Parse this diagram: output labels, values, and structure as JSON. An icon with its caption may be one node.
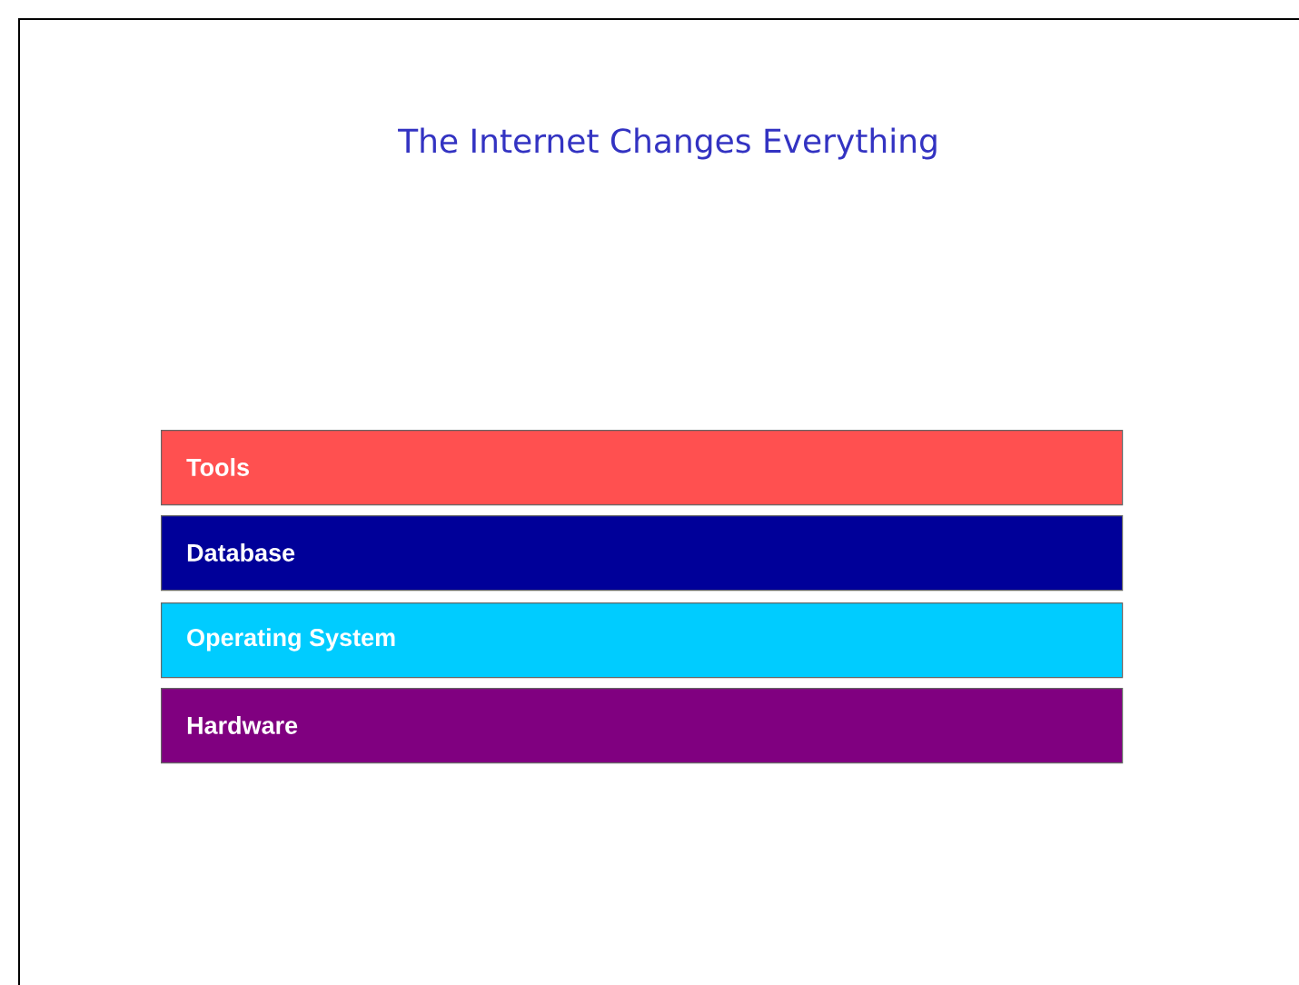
{
  "diagram": {
    "title": "The Internet Changes Everything",
    "nodes": [
      {
        "text": [
          "Tools"
        ]
      },
      {
        "text": [
          "Database"
        ]
      },
      {
        "text": [
          "Operating System"
        ]
      },
      {
        "text": [
          "Hardware"
        ]
      }
    ]
  }
}
